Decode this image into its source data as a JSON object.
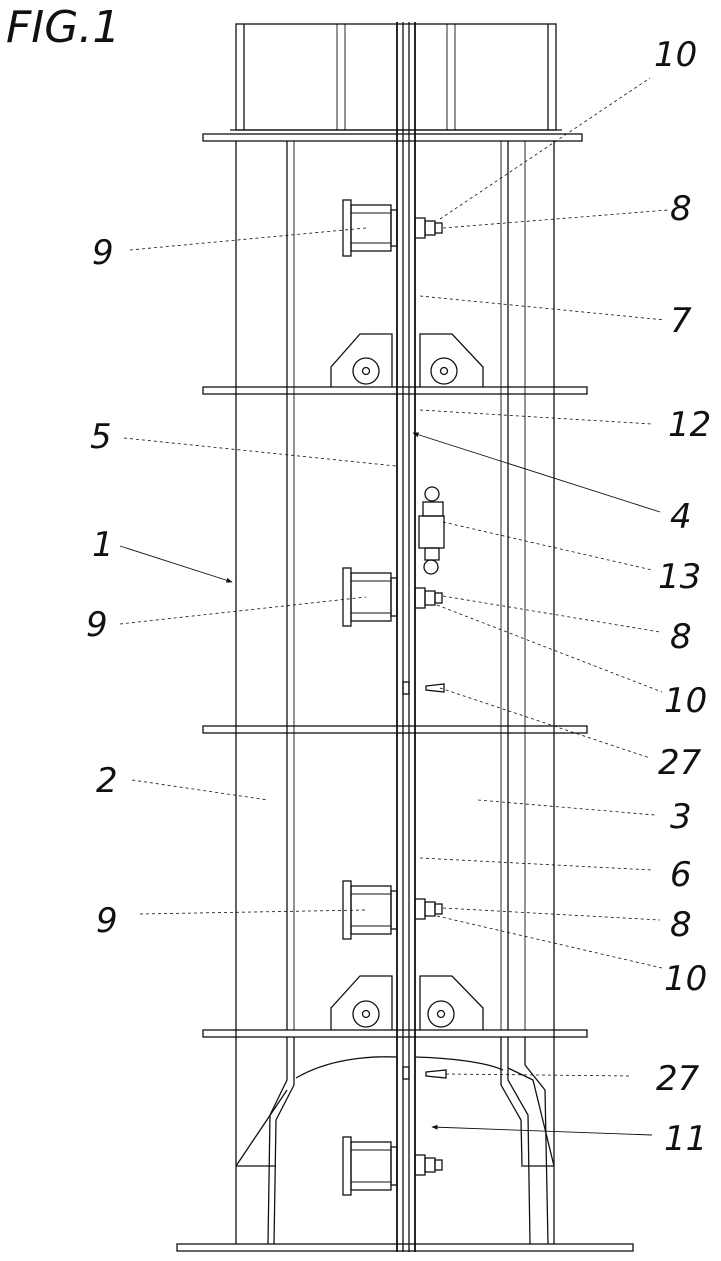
{
  "figure": {
    "title": "FIG.1"
  },
  "labels": {
    "l10_top": "10",
    "l8_top": "8",
    "l9_top": "9",
    "l7": "7",
    "l12": "12",
    "l5": "5",
    "l4": "4",
    "l1": "1",
    "l13": "13",
    "l9_mid": "9",
    "l8_mid": "8",
    "l10_mid": "10",
    "l27_mid": "27",
    "l2": "2",
    "l3": "3",
    "l6": "6",
    "l9_low": "9",
    "l8_low": "8",
    "l10_low": "10",
    "l27_low": "27",
    "l11": "11"
  }
}
